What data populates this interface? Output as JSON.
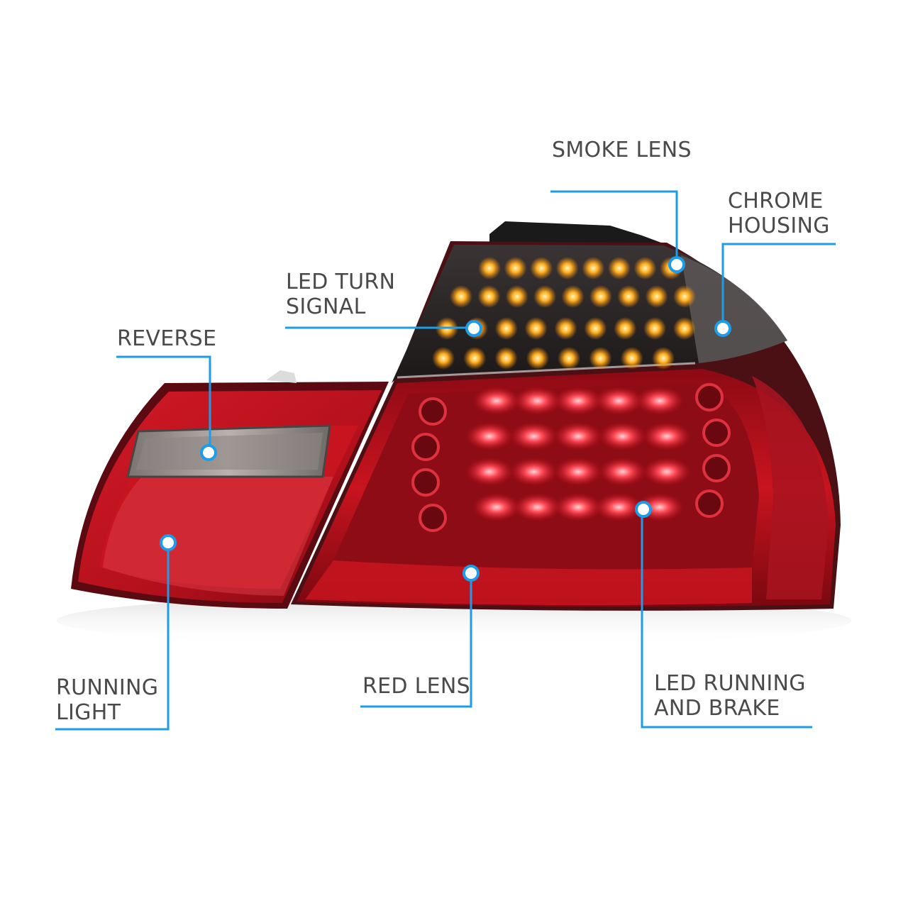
{
  "labels": {
    "smoke_lens": [
      "SMOKE LENS"
    ],
    "chrome_housing": [
      "CHROME",
      "HOUSING"
    ],
    "led_turn_signal": [
      "LED TURN",
      "SIGNAL"
    ],
    "reverse": [
      "REVERSE"
    ],
    "running_light": [
      "RUNNING",
      "LIGHT"
    ],
    "red_lens": [
      "RED LENS"
    ],
    "led_running_and_brake": [
      "LED RUNNING",
      "AND BRAKE"
    ]
  },
  "colors": {
    "callout": "#1e9ce8",
    "label_text": "#4a4a4a",
    "lens_red": "#b3101c",
    "smoke": "#2a2626",
    "amber_led": "#ffb020"
  }
}
